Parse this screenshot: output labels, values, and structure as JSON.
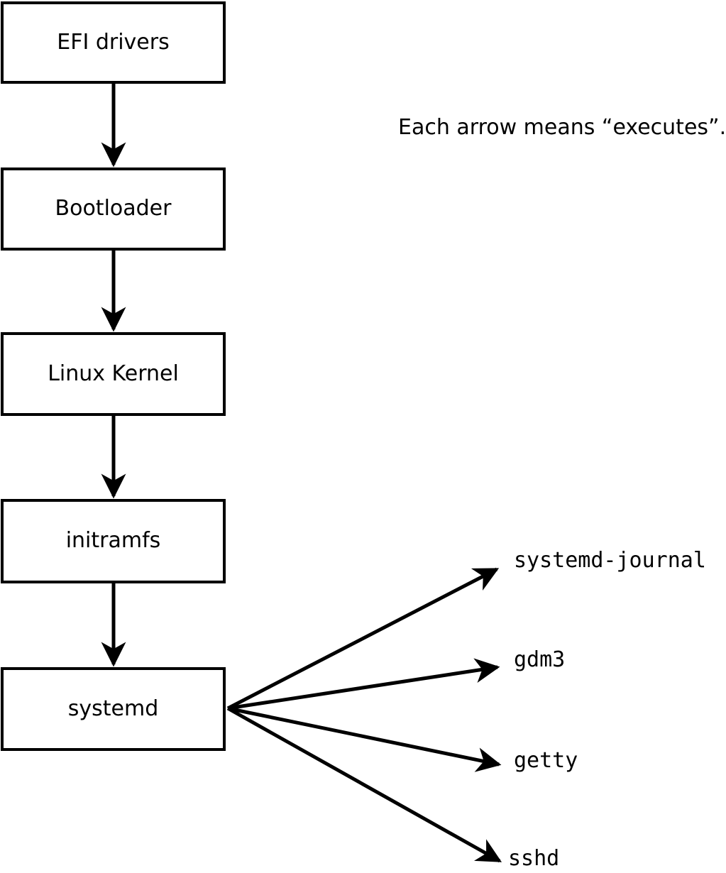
{
  "diagram": {
    "background_color": "#ffffff",
    "line_color": "#000000",
    "annotation": "Each arrow means “executes”.",
    "chain": [
      {
        "label": "EFI drivers"
      },
      {
        "label": "Bootloader"
      },
      {
        "label": "Linux Kernel"
      },
      {
        "label": "initramfs"
      },
      {
        "label": "systemd"
      }
    ],
    "spawned": [
      {
        "label": "systemd-journal"
      },
      {
        "label": "gdm3"
      },
      {
        "label": "getty"
      },
      {
        "label": "sshd"
      }
    ],
    "edges": [
      {
        "from": "EFI drivers",
        "to": "Bootloader"
      },
      {
        "from": "Bootloader",
        "to": "Linux Kernel"
      },
      {
        "from": "Linux Kernel",
        "to": "initramfs"
      },
      {
        "from": "initramfs",
        "to": "systemd"
      },
      {
        "from": "systemd",
        "to": "systemd-journal"
      },
      {
        "from": "systemd",
        "to": "gdm3"
      },
      {
        "from": "systemd",
        "to": "getty"
      },
      {
        "from": "systemd",
        "to": "sshd"
      }
    ]
  }
}
